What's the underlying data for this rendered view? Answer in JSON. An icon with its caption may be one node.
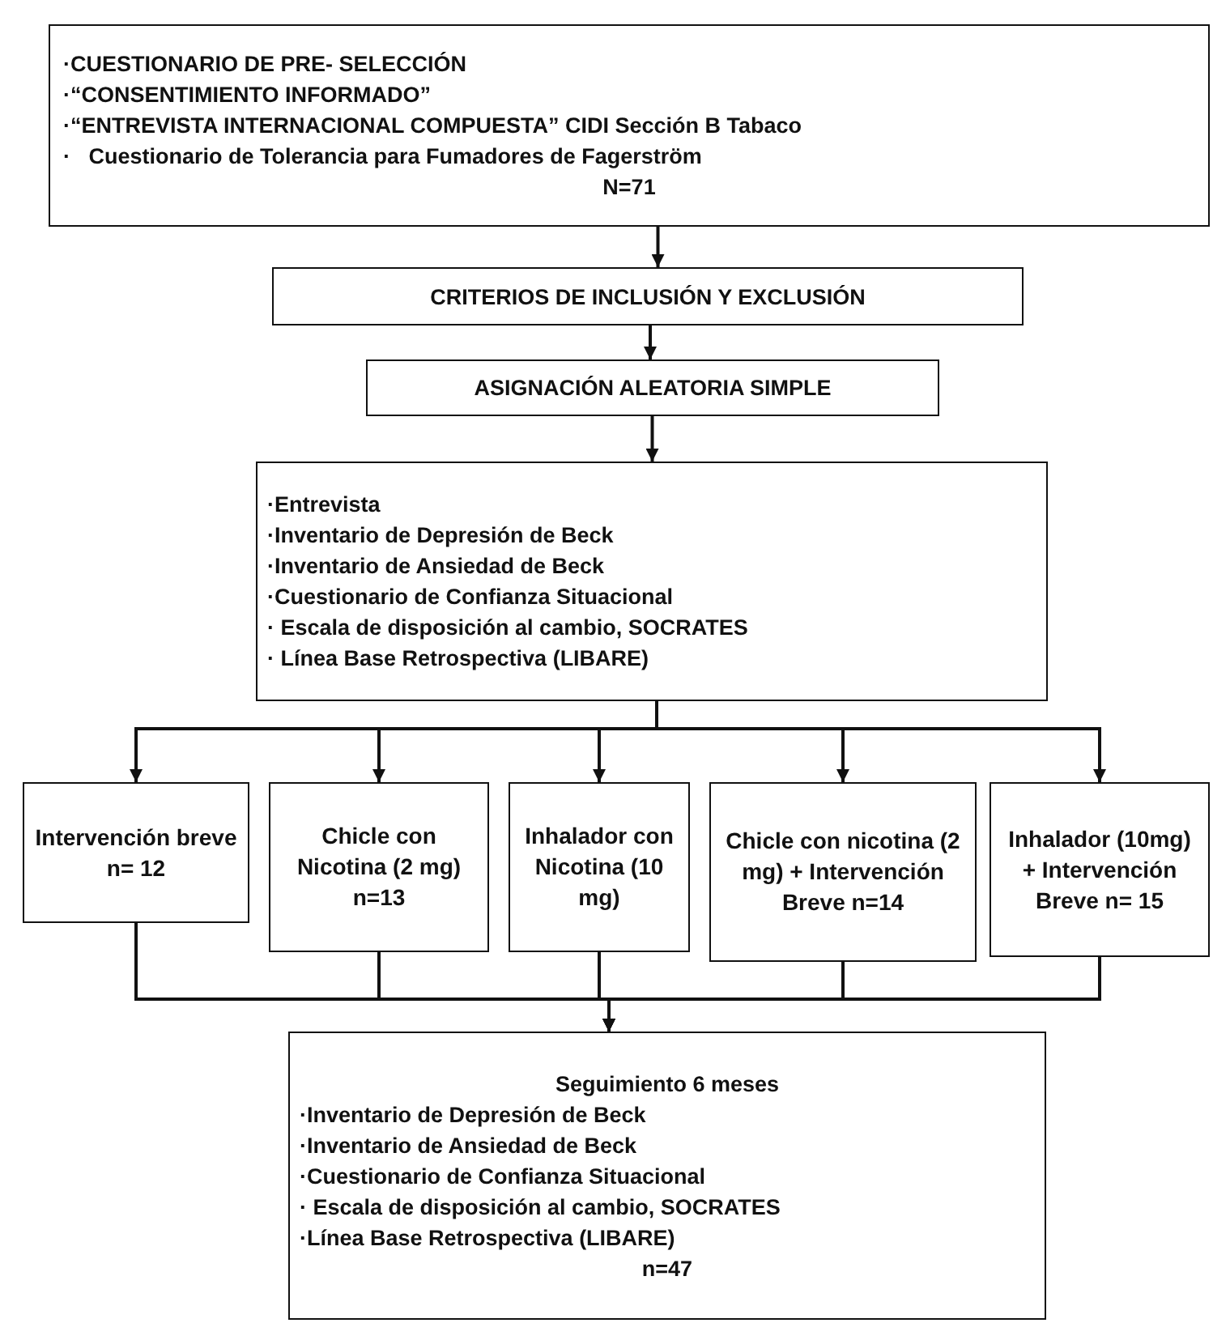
{
  "diagram": {
    "nodes": [
      {
        "text": [
          "·CUESTIONARIO DE PRE- SELECCIÓN",
          "·“CONSENTIMIENTO INFORMADO”",
          "·“ENTREVISTA INTERNACIONAL COMPUESTA” CIDI Sección B Tabaco",
          "·   Cuestionario de Tolerancia para Fumadores de Fagerström",
          "N=71"
        ]
      },
      {
        "text": [
          "CRITERIOS DE INCLUSIÓN Y EXCLUSIÓN"
        ]
      },
      {
        "text": [
          "ASIGNACIÓN ALEATORIA SIMPLE"
        ]
      },
      {
        "text": [
          "·Entrevista",
          "·Inventario de Depresión de Beck",
          "·Inventario de Ansiedad de Beck",
          "·Cuestionario de Confianza Situacional",
          "· Escala de disposición al cambio, SOCRATES",
          "· Línea Base Retrospectiva (LIBARE)"
        ]
      },
      {
        "text": [
          "Intervención breve n= 12"
        ]
      },
      {
        "text": [
          "Chicle con Nicotina (2 mg) n=13"
        ]
      },
      {
        "text": [
          "Inhalador con Nicotina (10 mg)"
        ]
      },
      {
        "text": [
          "Chicle con nicotina (2 mg) + Intervención Breve n=14"
        ]
      },
      {
        "text": [
          "Inhalador (10mg) + Intervención Breve n= 15"
        ]
      },
      {
        "text": [
          "Seguimiento 6 meses",
          "·Inventario de Depresión de Beck",
          "·Inventario de Ansiedad de Beck",
          "·Cuestionario de Confianza Situacional",
          "· Escala de disposición al cambio, SOCRATES",
          "·Línea Base Retrospectiva (LIBARE)",
          "n=47"
        ]
      }
    ],
    "edges": [
      {
        "from": 0,
        "to": 1,
        "arrow": "to"
      },
      {
        "from": 1,
        "to": 2,
        "arrow": "to"
      },
      {
        "from": 2,
        "to": 3,
        "arrow": "to"
      },
      {
        "from": 3,
        "to": 4,
        "arrow": "to"
      },
      {
        "from": 3,
        "to": 5,
        "arrow": "to"
      },
      {
        "from": 3,
        "to": 6,
        "arrow": "to"
      },
      {
        "from": 3,
        "to": 7,
        "arrow": "to"
      },
      {
        "from": 3,
        "to": 8,
        "arrow": "to"
      },
      {
        "from": 4,
        "to": 9,
        "arrow": "to"
      },
      {
        "from": 5,
        "to": 9,
        "arrow": "to"
      },
      {
        "from": 6,
        "to": 9,
        "arrow": "to"
      },
      {
        "from": 7,
        "to": 9,
        "arrow": "to"
      },
      {
        "from": 8,
        "to": 9,
        "arrow": "to"
      }
    ]
  }
}
